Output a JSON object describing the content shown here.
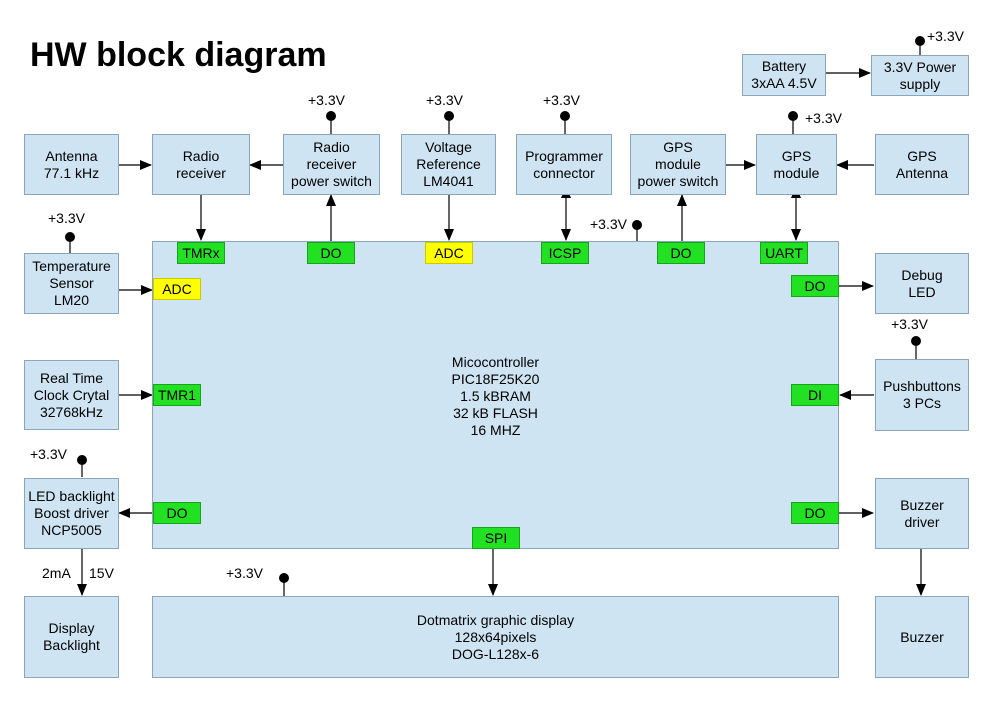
{
  "title": "HW block diagram",
  "colors": {
    "box_fill": "#cfe4f2",
    "box_border": "#8aa6bf",
    "pin_green": "#22e022",
    "pin_yellow": "#ffff00"
  },
  "blocks": {
    "battery": "Battery\n3xAA 4.5V",
    "power_supply": "3.3V Power\nsupply",
    "antenna": "Antenna\n77.1 kHz",
    "radio_receiver": "Radio\nreceiver",
    "radio_power_switch": "Radio\nreceiver\npower switch",
    "voltage_reference": "Voltage\nReference\nLM4041",
    "programmer": "Programmer\nconnector",
    "gps_power_switch": "GPS\nmodule\npower switch",
    "gps_module": "GPS\nmodule",
    "gps_antenna": "GPS\nAntenna",
    "temp_sensor": "Temperature\nSensor\nLM20",
    "rtc": "Real Time\nClock Crytal\n32768kHz",
    "led_driver": "LED backlight\nBoost driver\nNCP5005",
    "display_backlight": "Display\nBacklight",
    "debug_led": "Debug\nLED",
    "pushbuttons": "Pushbuttons\n3 PCs",
    "buzzer_driver": "Buzzer\ndriver",
    "buzzer": "Buzzer",
    "mcu": "Micocontroller\nPIC18F25K20\n1.5 kBRAM\n32 kB FLASH\n16 MHZ",
    "display": "Dotmatrix graphic display\n128x64pixels\nDOG-L128x-6"
  },
  "pins": {
    "tmrx": "TMRx",
    "do_radio": "DO",
    "adc_top": "ADC",
    "icsp": "ICSP",
    "do_gps": "DO",
    "uart": "UART",
    "adc_left": "ADC",
    "tmr1": "TMR1",
    "do_led": "DO",
    "do_debug": "DO",
    "di_buttons": "DI",
    "do_buzzer": "DO",
    "spi": "SPI"
  },
  "labels": {
    "v33_power": "+3.3V",
    "v33_radio": "+3.3V",
    "v33_vref": "+3.3V",
    "v33_prog": "+3.3V",
    "v33_gps": "+3.3V",
    "v33_mcu": "+3.3V",
    "v33_temp": "+3.3V",
    "v33_buttons": "+3.3V",
    "v33_led": "+3.3V",
    "v33_display": "+3.3V",
    "current": "2mA",
    "voltage": "15V"
  }
}
